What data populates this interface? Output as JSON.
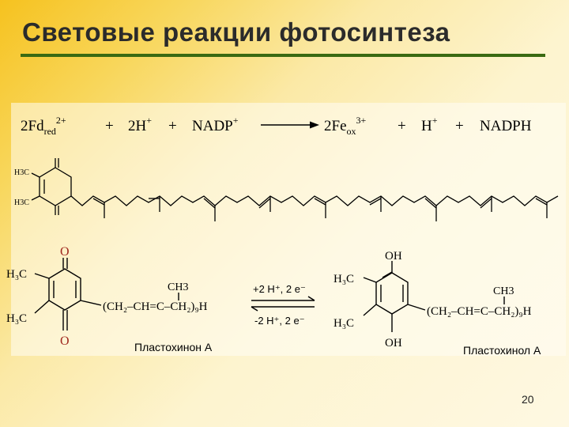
{
  "slide": {
    "title": "Световые реакции фотосинтеза",
    "page_number": "20"
  },
  "equation": {
    "lhs": [
      "2Fd",
      "red",
      "2+",
      "+",
      "2H",
      "+",
      "+",
      "NADP",
      "+"
    ],
    "rhs": [
      "2Fe",
      "ox",
      "3+",
      "+",
      "H",
      "+",
      "+",
      "NADPH"
    ]
  },
  "plastoquinone_chain": {
    "ring_labels": [
      "H3C",
      "H3C"
    ]
  },
  "plastoquinone": {
    "oxygen_top": "O",
    "oxygen_bottom": "O",
    "methyl_top": "H₃C",
    "methyl_bottom": "H₃C",
    "ch3": "CH3",
    "chain": "(CH₂–CH=C–CH₂)₉H",
    "name": "Пластохинон А"
  },
  "reaction": {
    "forward": "+2 H⁺, 2 e⁻",
    "reverse": "-2 H⁺, 2 e⁻"
  },
  "plastoquinol": {
    "oh_top": "OH",
    "oh_bottom": "OH",
    "methyl_top": "H₃C",
    "methyl_bottom": "H₃C",
    "ch3": "CH3",
    "chain": "(CH₂–CH=C–CH₂)₉H",
    "name": "Пластохинол А"
  },
  "colors": {
    "title_rule": "#3a6a12",
    "oxygen": "#a0281e",
    "ink": "#000000"
  }
}
